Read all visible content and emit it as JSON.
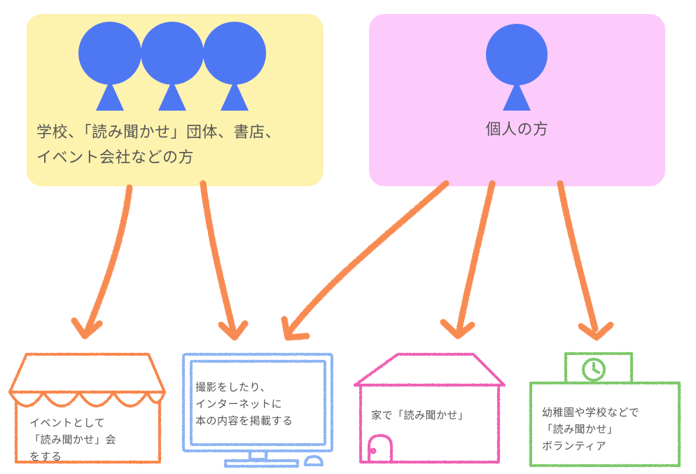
{
  "groups": {
    "organizations": {
      "label_line1": "学校、「読み聞かせ」団体、書店、",
      "label_line2": "イベント会社などの方",
      "box_color": "#fdf2ae",
      "icon": "three-people-icon"
    },
    "individuals": {
      "label": "個人の方",
      "box_color": "#fccbfb",
      "icon": "person-icon"
    }
  },
  "person_color": "#4e77f4",
  "arrow_color": "#f8854a",
  "destinations": {
    "event": {
      "line1": "イベントとして",
      "line2": "「読み聞かせ」会",
      "line3": "をする",
      "color": "#f8854a",
      "icon": "shop-awning-icon"
    },
    "internet": {
      "line1": "撮影をしたり、",
      "line2": "インターネットに",
      "line3": "本の内容を掲載する",
      "color": "#8cb4f4",
      "icon": "computer-monitor-icon"
    },
    "home": {
      "line1": "家で「読み聞かせ」",
      "color": "#ef5fb3",
      "icon": "house-icon"
    },
    "school": {
      "line1": "幼稚園や学校などで",
      "line2": "「読み聞かせ」",
      "line3": "ボランティア",
      "color": "#7bc86b",
      "icon": "school-building-icon"
    }
  }
}
